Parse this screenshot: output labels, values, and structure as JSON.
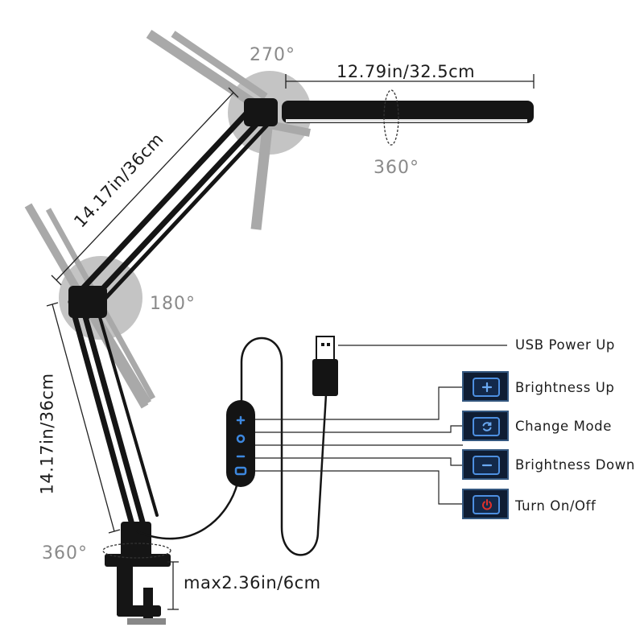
{
  "dimensions": {
    "head_length": "12.79in/32.5cm",
    "upper_arm": "14.17in/36cm",
    "lower_arm": "14.17in/36cm",
    "clamp_opening": "max2.36in/6cm"
  },
  "rotations": {
    "head_joint": "270°",
    "bar_spin": "360°",
    "elbow": "180°",
    "base": "360°"
  },
  "controls": [
    {
      "label": "USB Power Up",
      "icon": "usb-plug-icon"
    },
    {
      "label": "Brightness Up",
      "icon": "plus-icon"
    },
    {
      "label": "Change Mode",
      "icon": "cycle-icon"
    },
    {
      "label": "Brightness Down",
      "icon": "minus-icon"
    },
    {
      "label": "Turn On/Off",
      "icon": "power-icon"
    }
  ],
  "colors": {
    "arm": "#151515",
    "ghost_arm": "#a8a8a8",
    "rotation_disc": "#c4c4c4",
    "button_bg": "#0f1d33",
    "button_border": "#4d8fe0",
    "power_red": "#e0312b"
  }
}
